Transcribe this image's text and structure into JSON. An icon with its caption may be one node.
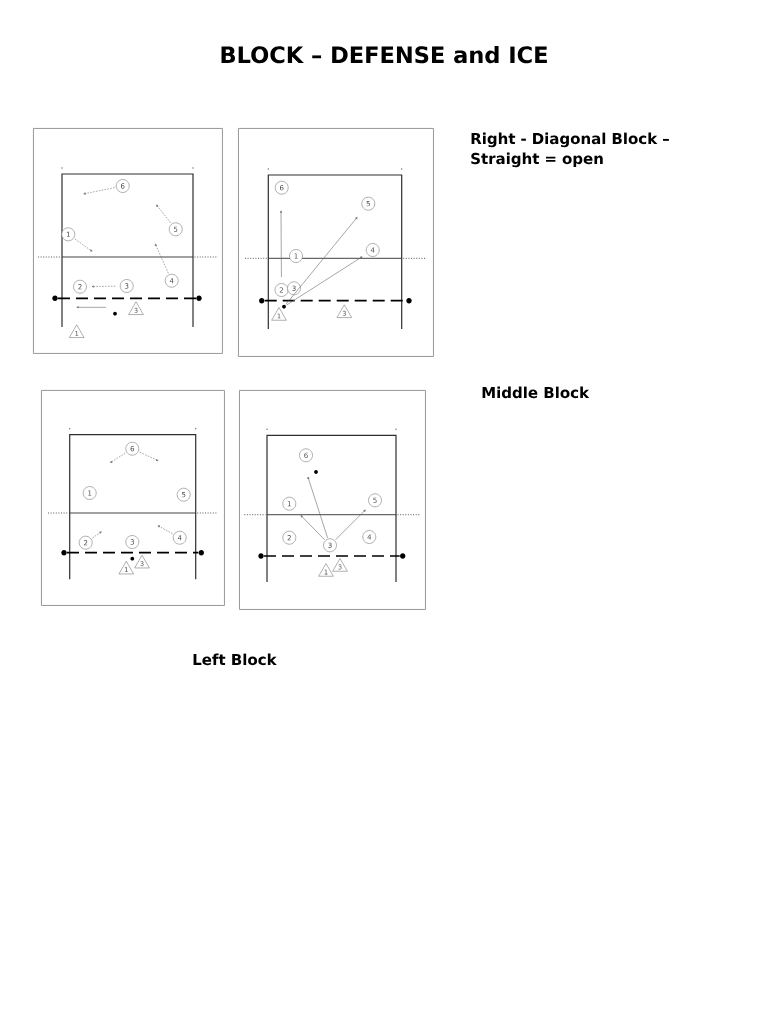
{
  "diagram": {
    "title": "BLOCK – DEFENSE and ICE",
    "nodes": [
      {
        "text": [],
        "shape": "box"
      },
      {
        "text": [
          "1"
        ],
        "in": 0
      },
      {
        "text": [
          "2"
        ],
        "in": 0
      },
      {
        "text": [
          "3"
        ],
        "in": 0
      },
      {
        "text": [
          "4"
        ],
        "in": 0
      },
      {
        "text": [
          "5"
        ],
        "in": 0
      },
      {
        "text": [
          "6"
        ],
        "in": 0
      },
      {
        "text": [
          "1"
        ],
        "in": 0
      },
      {
        "text": [
          "3"
        ],
        "in": 0
      },
      {
        "text": [],
        "shape": "box"
      },
      {
        "text": [
          "1"
        ],
        "in": 9
      },
      {
        "text": [
          "2"
        ],
        "in": 9
      },
      {
        "text": [
          "3"
        ],
        "in": 9
      },
      {
        "text": [
          "4"
        ],
        "in": 9
      },
      {
        "text": [
          "5"
        ],
        "in": 9
      },
      {
        "text": [
          "6"
        ],
        "in": 9
      },
      {
        "text": [
          "1"
        ],
        "in": 9
      },
      {
        "text": [
          "3"
        ],
        "in": 9
      },
      {
        "text": [],
        "shape": "circle",
        "in": 9
      },
      {
        "text": [],
        "shape": "box"
      },
      {
        "text": [
          "1"
        ],
        "in": 19
      },
      {
        "text": [
          "2"
        ],
        "in": 19
      },
      {
        "text": [
          "3"
        ],
        "in": 19
      },
      {
        "text": [
          "4"
        ],
        "in": 19
      },
      {
        "text": [
          "5"
        ],
        "in": 19
      },
      {
        "text": [
          "6"
        ],
        "in": 19
      },
      {
        "text": [
          "1"
        ],
        "in": 19
      },
      {
        "text": [
          "3"
        ],
        "in": 19
      },
      {
        "text": [],
        "shape": "box"
      },
      {
        "text": [
          "1"
        ],
        "in": 28
      },
      {
        "text": [
          "2"
        ],
        "in": 28
      },
      {
        "text": [
          "3"
        ],
        "in": 28
      },
      {
        "text": [
          "4"
        ],
        "in": 28
      },
      {
        "text": [
          "5"
        ],
        "in": 28
      },
      {
        "text": [
          "6"
        ],
        "in": 28
      },
      {
        "text": [
          "1"
        ],
        "in": 28
      },
      {
        "text": [
          "3"
        ],
        "in": 28
      }
    ],
    "edges": [
      {
        "from": 6,
        "to": null,
        "arrow": "to",
        "style": "dashed"
      },
      {
        "from": 5,
        "to": null,
        "arrow": "to",
        "style": "dashed"
      },
      {
        "from": 1,
        "to": null,
        "arrow": "to",
        "style": "dashed"
      },
      {
        "from": 4,
        "to": null,
        "arrow": "to",
        "style": "dashed"
      },
      {
        "from": 3,
        "to": 2,
        "arrow": "to",
        "style": "dashed"
      },
      {
        "from": 11,
        "to": null,
        "arrow": "to"
      },
      {
        "from": 18,
        "to": 14,
        "arrow": "to"
      },
      {
        "from": 18,
        "to": 13,
        "arrow": "to"
      },
      {
        "from": 25,
        "to": null,
        "arrow": "to",
        "style": "dashed"
      },
      {
        "from": 25,
        "to": null,
        "arrow": "to",
        "style": "dashed"
      },
      {
        "from": 21,
        "to": null,
        "arrow": "to",
        "style": "dashed"
      },
      {
        "from": 23,
        "to": null,
        "arrow": "to",
        "style": "dashed"
      },
      {
        "from": 31,
        "to": 29,
        "arrow": "to"
      },
      {
        "from": 31,
        "to": null,
        "arrow": "to"
      },
      {
        "from": 31,
        "to": 33,
        "arrow": "to"
      }
    ],
    "labels": [
      "Right - Diagonal Block – Straight = open",
      "Middle Block",
      "Left Block"
    ]
  }
}
